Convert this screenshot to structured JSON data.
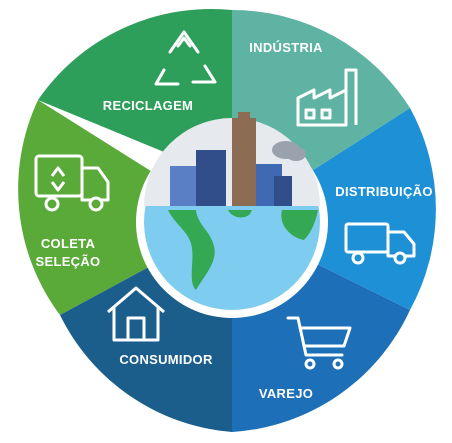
{
  "segments": [
    {
      "key": "industria",
      "label": "INDÚSTRIA",
      "color": "#5fb3a3",
      "icon": "factory-icon"
    },
    {
      "key": "distribuicao",
      "label": "DISTRIBUIÇÃO",
      "color": "#1e90d6",
      "icon": "truck-icon"
    },
    {
      "key": "varejo",
      "label": "VAREJO",
      "color": "#1d6fb8",
      "icon": "shopping-cart-icon"
    },
    {
      "key": "consumidor",
      "label": "CONSUMIDOR",
      "color": "#1b5e8c",
      "icon": "house-icon"
    },
    {
      "key": "coleta",
      "label_line1": "COLETA",
      "label_line2": "SELEÇÃO",
      "color": "#5aaa3a",
      "icon": "recycling-truck-icon"
    },
    {
      "key": "reciclagem",
      "label": "RECICLAGEM",
      "color": "#2e9e5b",
      "icon": "recycle-icon"
    }
  ],
  "center": {
    "icon": "city-globe-icon",
    "sky_color": "#e6e9ed",
    "ocean_color": "#7ecdf0",
    "land_color": "#34a853"
  }
}
